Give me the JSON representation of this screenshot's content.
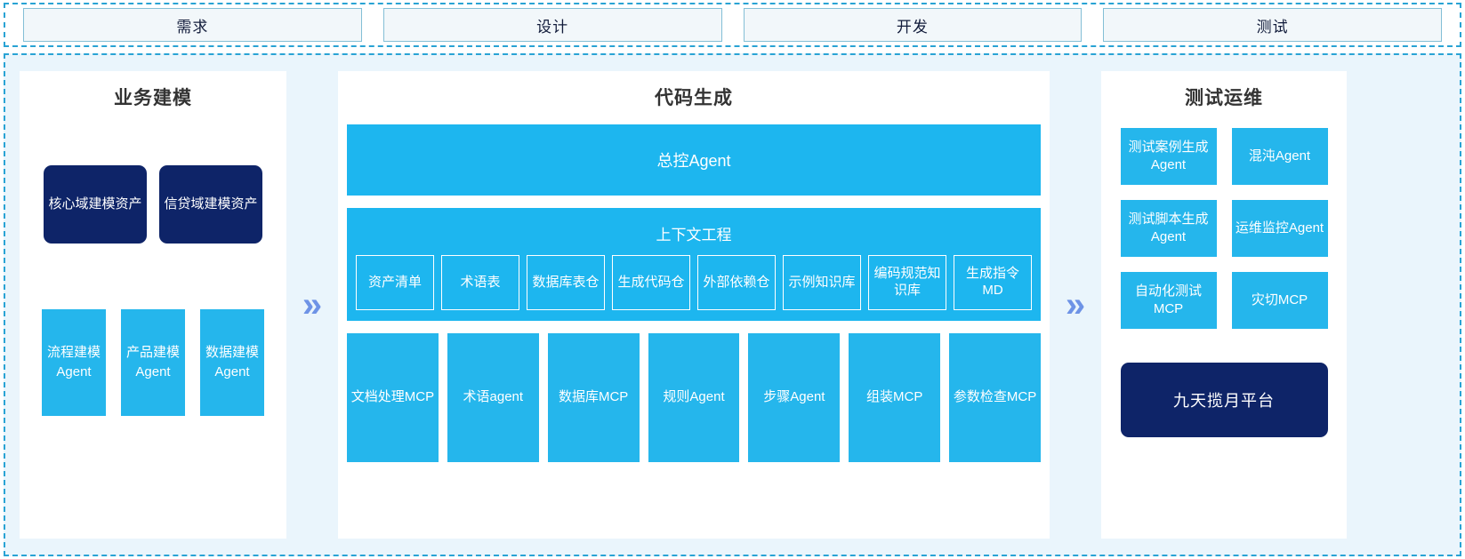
{
  "colors": {
    "cyan": "#1DB6EF",
    "cyan_box": "#25B6EC",
    "navy": "#0E2468",
    "arrow": "#6E93E6",
    "stage_bg": "#EAF5FC",
    "dashed_border": "#29A3D4",
    "phase_bg": "#F2F7FA",
    "phase_border": "#84BFD6"
  },
  "phases": [
    {
      "label": "需求"
    },
    {
      "label": "设计"
    },
    {
      "label": "开发"
    },
    {
      "label": "测试"
    }
  ],
  "arrows": {
    "glyph": "»",
    "left_label": "arrow-business-to-code",
    "right_label": "arrow-code-to-test"
  },
  "panels": {
    "business": {
      "title": "业务建模",
      "assets": [
        {
          "label": "核心域建模资产"
        },
        {
          "label": "信贷域建模资产"
        }
      ],
      "agents": [
        {
          "label": "流程建模Agent"
        },
        {
          "label": "产品建模Agent"
        },
        {
          "label": "数据建模Agent"
        }
      ]
    },
    "code": {
      "title": "代码生成",
      "master_agent": "总控Agent",
      "context": {
        "title": "上下文工程",
        "items": [
          {
            "label": "资产清单"
          },
          {
            "label": "术语表"
          },
          {
            "label": "数据库表仓"
          },
          {
            "label": "生成代码仓"
          },
          {
            "label": "外部依赖仓"
          },
          {
            "label": "示例知识库"
          },
          {
            "label": "编码规范知识库"
          },
          {
            "label": "生成指令MD"
          }
        ]
      },
      "tools": [
        {
          "label": "文档处理MCP"
        },
        {
          "label": "术语agent"
        },
        {
          "label": "数据库MCP"
        },
        {
          "label": "规则Agent"
        },
        {
          "label": "步骤Agent"
        },
        {
          "label": "组装MCP"
        },
        {
          "label": "参数检查MCP"
        }
      ]
    },
    "testops": {
      "title": "测试运维",
      "items": [
        {
          "label": "测试案例生成Agent"
        },
        {
          "label": "混沌Agent"
        },
        {
          "label": "测试脚本生成Agent"
        },
        {
          "label": "运维监控Agent"
        },
        {
          "label": "自动化测试MCP"
        },
        {
          "label": "灾切MCP"
        }
      ],
      "platform": "九天揽月平台"
    }
  }
}
